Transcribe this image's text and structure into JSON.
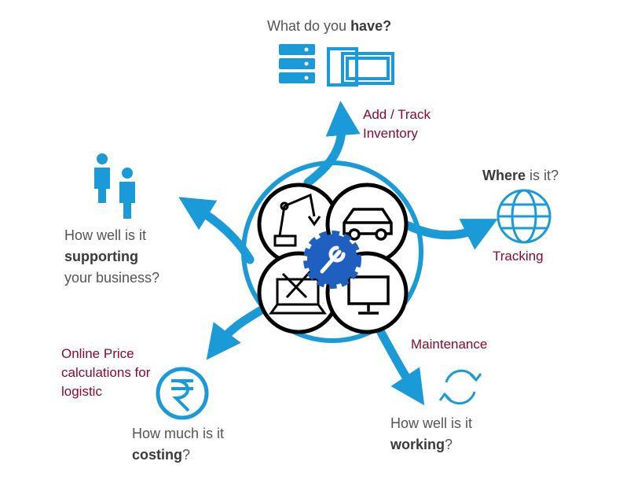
{
  "colors": {
    "accent": "#1a9bd7",
    "text_question": "#555555",
    "text_action": "#8b0a2c",
    "gear": "#1f5fbf"
  },
  "questions": {
    "have": {
      "pre": "What do you ",
      "bold": "have?"
    },
    "where": {
      "bold": "Where",
      "post": " is it?"
    },
    "supporting": {
      "line1": "How well is it",
      "bold": "supporting",
      "line3": "your business?"
    },
    "costing": {
      "line1": "How much is it",
      "bold": "costing",
      "post": "?"
    },
    "working": {
      "line1": "How well is it",
      "bold": "working",
      "post": "?"
    }
  },
  "actions": {
    "inventory": {
      "line1": "Add / Track",
      "line2": "Inventory"
    },
    "tracking": "Tracking",
    "maintenance": "Maintenance",
    "pricing": {
      "line1": "Online Price",
      "line2": "calculations for",
      "line3": "logistic"
    }
  },
  "icons": {
    "have": [
      "server-stack-icon",
      "devices-icon"
    ],
    "where": "globe-icon",
    "supporting": "users-icon",
    "costing": "rupee-icon",
    "working": "refresh-icon",
    "center": [
      "robot-arm-icon",
      "car-icon",
      "laptop-tools-icon",
      "monitor-icon",
      "gear-wrench-icon"
    ]
  }
}
